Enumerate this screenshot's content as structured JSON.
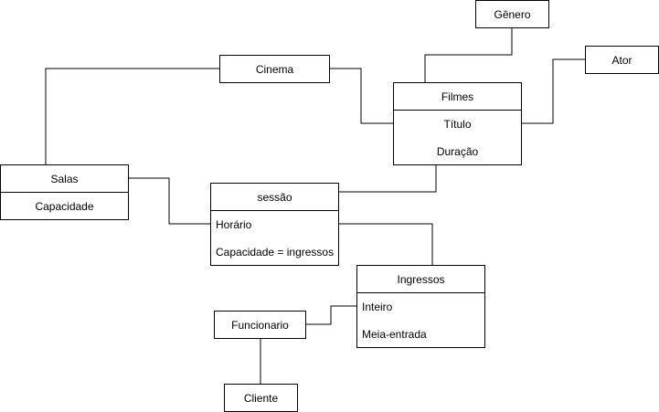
{
  "diagram": {
    "line_color": "#000000",
    "entities": {
      "genero": {
        "label": "Gênero"
      },
      "ator": {
        "label": "Ator"
      },
      "cinema": {
        "label": "Cinema"
      },
      "filmes": {
        "label": "Filmes",
        "attributes": [
          "Título",
          "Duração"
        ]
      },
      "salas": {
        "label": "Salas",
        "attributes": [
          "Capacidade"
        ]
      },
      "sessao": {
        "label": "sessão",
        "attributes": [
          "Horário",
          "Capacidade = ingressos"
        ]
      },
      "ingressos": {
        "label": "Ingressos",
        "attributes": [
          "Inteiro",
          "Meia-entrada"
        ]
      },
      "funcionario": {
        "label": "Funcionario"
      },
      "cliente": {
        "label": "Cliente"
      }
    }
  }
}
